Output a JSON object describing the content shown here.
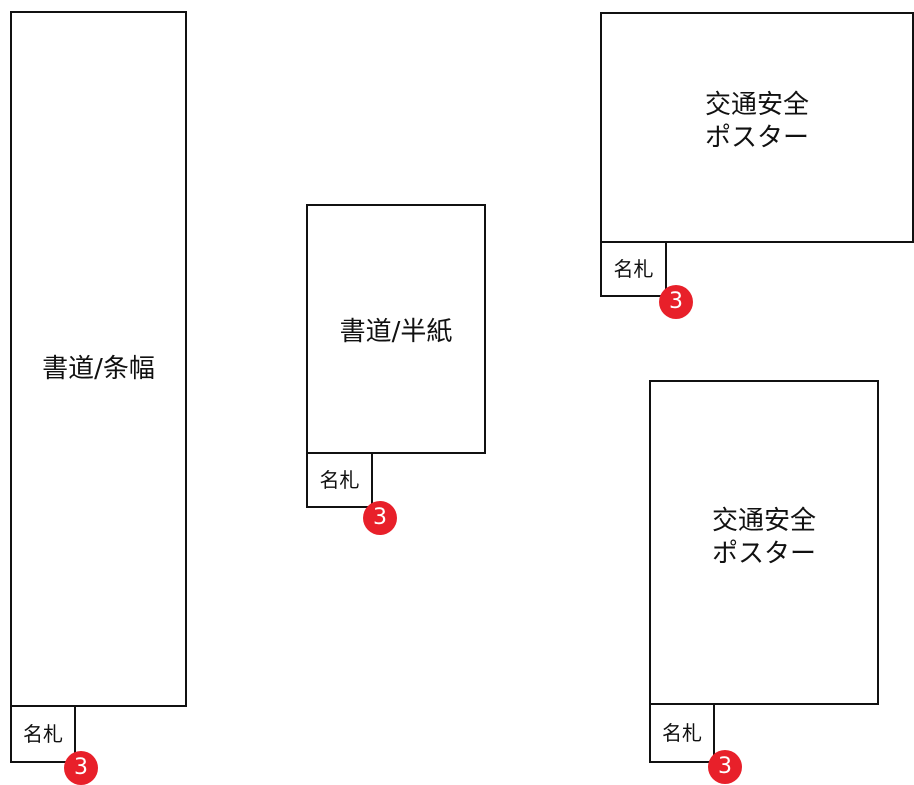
{
  "accent": "#e8202a",
  "boards": [
    {
      "title": "書道/条幅",
      "nametag": "名札",
      "badge": "3"
    },
    {
      "title": "書道/半紙",
      "nametag": "名札",
      "badge": "3"
    },
    {
      "title": "交通安全\nポスター",
      "nametag": "名札",
      "badge": "3"
    },
    {
      "title": "交通安全\nポスター",
      "nametag": "名札",
      "badge": "3"
    }
  ]
}
